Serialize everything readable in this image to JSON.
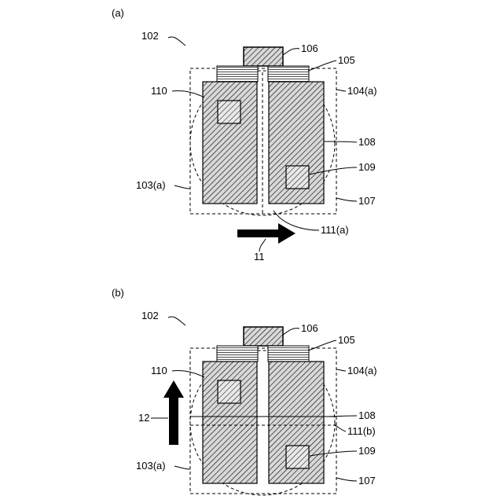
{
  "figures": [
    {
      "panel_label": "(a)",
      "labels": {
        "r102": "102",
        "r106": "106",
        "r105": "105",
        "r110": "110",
        "r104": "104(a)",
        "r108": "108",
        "r109": "109",
        "r103": "103(a)",
        "r107": "107",
        "r111": "111(a)",
        "r_arrow": "11"
      },
      "arrow_direction": "right"
    },
    {
      "panel_label": "(b)",
      "labels": {
        "r102": "102",
        "r106": "106",
        "r105": "105",
        "r110": "110",
        "r104": "104(a)",
        "r108": "108",
        "r111": "111(b)",
        "r109": "109",
        "r103": "103(a)",
        "r107": "107",
        "r_arrow": "12"
      },
      "arrow_direction": "up"
    }
  ],
  "colors": {
    "line": "#000000",
    "background": "#ffffff"
  }
}
